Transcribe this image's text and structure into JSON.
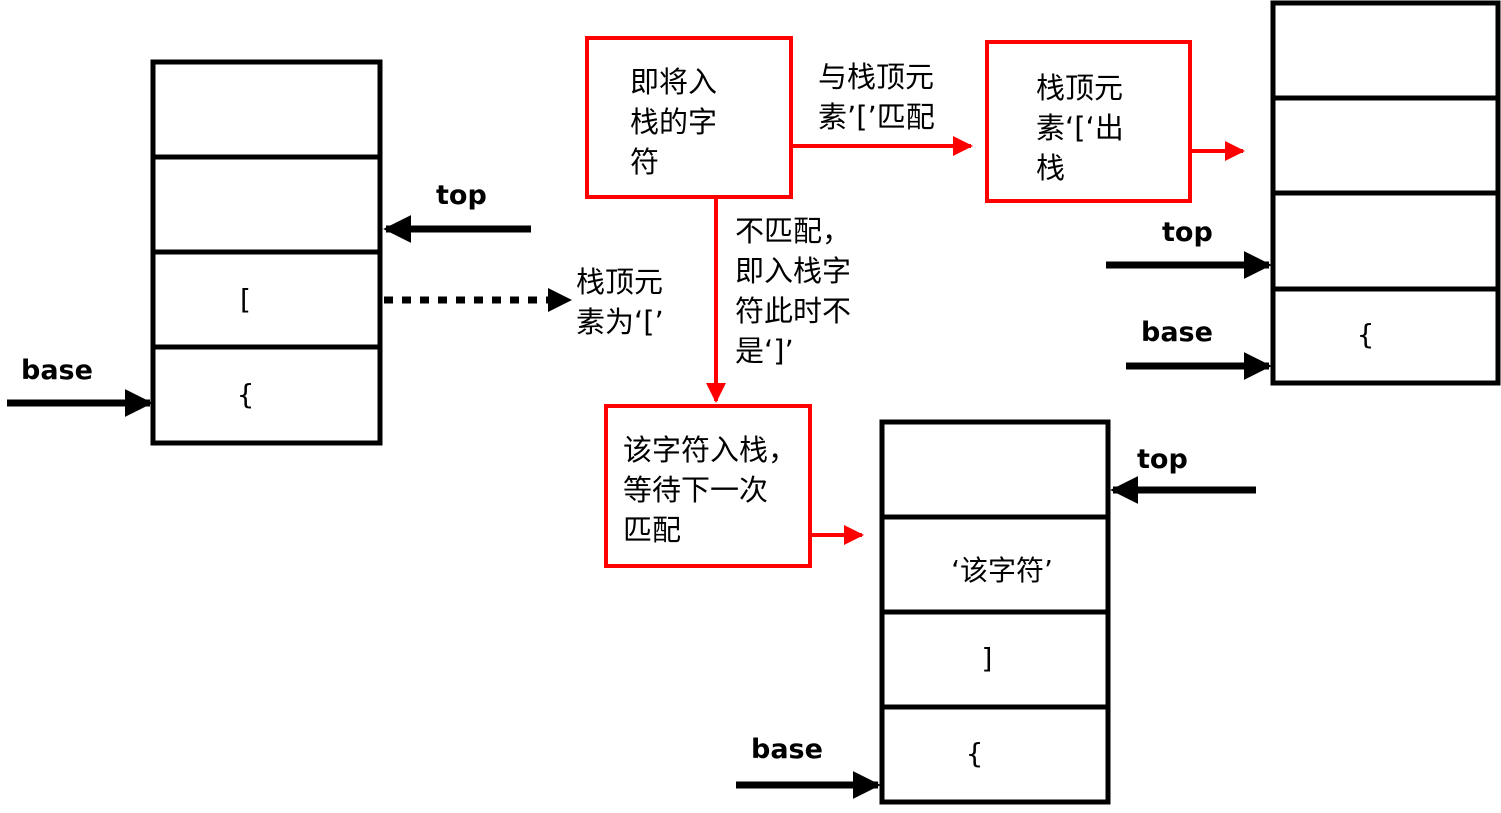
{
  "stack_left": {
    "cells": [
      "",
      "",
      "[",
      "{"
    ],
    "top_label": "top",
    "base_label": "base"
  },
  "stack_right": {
    "cells": [
      "",
      "",
      "",
      "{"
    ],
    "top_label": "top",
    "base_label": "base"
  },
  "stack_bottom": {
    "cells": [
      "",
      "‘该字符’",
      "]",
      "{"
    ],
    "top_label": "top",
    "base_label": "base"
  },
  "box_char": "即将入\n栈的字\n符",
  "box_pop": "栈顶元\n素‘[‘出\n栈",
  "box_push": "该字符入栈，\n等待下一次\n匹配",
  "label_top_is": "栈顶元\n素为‘[’",
  "label_match": "与栈顶元\n素’[’匹配",
  "label_mismatch": "不匹配，\n即入栈字\n符此时不\n是‘]’",
  "colors": {
    "stroke": "#000000",
    "highlight": "#ff0000"
  }
}
